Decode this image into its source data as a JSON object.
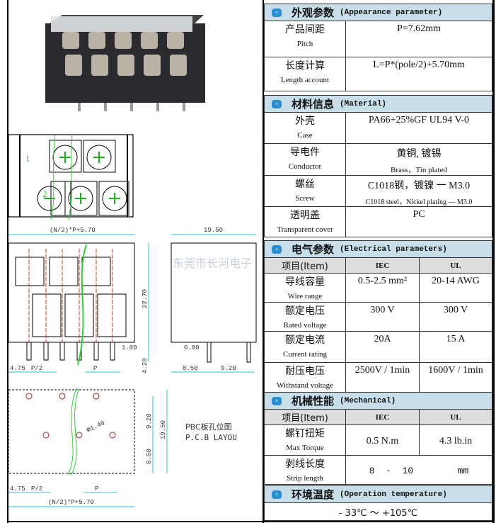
{
  "appearance": {
    "title_zh": "外观参数",
    "title_en": "(Appearance parameter)",
    "rows": [
      {
        "zh": "产品间距",
        "en": "Pitch",
        "value": "P=7.62mm"
      },
      {
        "zh": "长度计算",
        "en": "Length account",
        "value": "L=P*(pole/2)+5.70mm"
      }
    ]
  },
  "material": {
    "title_zh": "材料信息",
    "title_en": "(Material)",
    "rows": [
      {
        "zh": "外壳",
        "en": "Case",
        "value": "PA66+25%GF UL94 V-0",
        "value_en": ""
      },
      {
        "zh": "导电件",
        "en": "Conductor",
        "value": "黄铜, 镀锡",
        "value_en": "Brass，Tin plated"
      },
      {
        "zh": "螺丝",
        "en": "Screw",
        "value": "C1018钢，镀镍 一  M3.0",
        "value_en": "C1018 steel，Nickel plating — M3.0"
      },
      {
        "zh": "透明盖",
        "en": "Transparent cover",
        "value": "PC",
        "value_en": ""
      }
    ]
  },
  "electrical": {
    "title_zh": "电气参数",
    "title_en": "(Electrical parameters)",
    "item": "项目(Item)",
    "iec": "IEC",
    "ul": "UL",
    "rows": [
      {
        "zh": "导线容量",
        "en": "Wire range",
        "iec": "0.5-2.5 mm²",
        "ul": "20-14  AWG"
      },
      {
        "zh": "额定电压",
        "en": "Rated voltage",
        "iec": "300 V",
        "ul": "300 V"
      },
      {
        "zh": "额定电流",
        "en": "Current rating",
        "iec": "20A",
        "ul": "15  A"
      },
      {
        "zh": "耐压电压",
        "en": "Withstand voltage",
        "iec": "2500V / 1min",
        "ul": "1600V / 1min"
      }
    ]
  },
  "mechanical": {
    "title_zh": "机械性能",
    "title_en": "(Mechanical)",
    "item": "项目(Item)",
    "iec": "IEC",
    "ul": "UL",
    "rows": [
      {
        "zh": "螺钉扭矩",
        "en": "Max Torque",
        "iec": "0.5  N.m",
        "ul": "4.3 lb.in"
      },
      {
        "zh": "剥线长度",
        "en": "Strip length",
        "value": "8  -  10        mm"
      }
    ]
  },
  "temperature": {
    "title_zh": "环境温度",
    "title_en": "(Operation temperature)",
    "value": "- 33℃  ～ +105℃"
  },
  "drawing": {
    "width_formula": "(N/2)*P+5.70",
    "side_width": "19.50",
    "height": "22.70",
    "pin_len": "4.20",
    "pin_w": "1.00",
    "pin_d": "0.80",
    "edge": "4.75",
    "half_p": "P/2",
    "p": "P",
    "d1": "8.50",
    "d2": "9.20",
    "hole": "Φ1.40",
    "pcb_zh": "PBC板孔位图",
    "pcb_en": "P.C.B LAYOU",
    "label1": "1",
    "label2": "2",
    "watermark": "东莞市长河电子"
  },
  "icon": "chevron-right-icon"
}
